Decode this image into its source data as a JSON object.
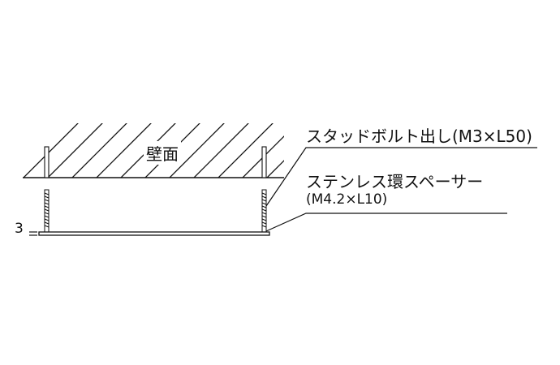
{
  "wall": {
    "label": "壁面"
  },
  "callouts": {
    "stud_bolt": "スタッドボルト出し(M3×L50)",
    "spacer_name": "ステンレス環スペーサー",
    "spacer_size": "(M4.2×L10)"
  },
  "dimension": {
    "thickness": "3"
  },
  "colors": {
    "line": "#111111",
    "background": "#ffffff"
  }
}
